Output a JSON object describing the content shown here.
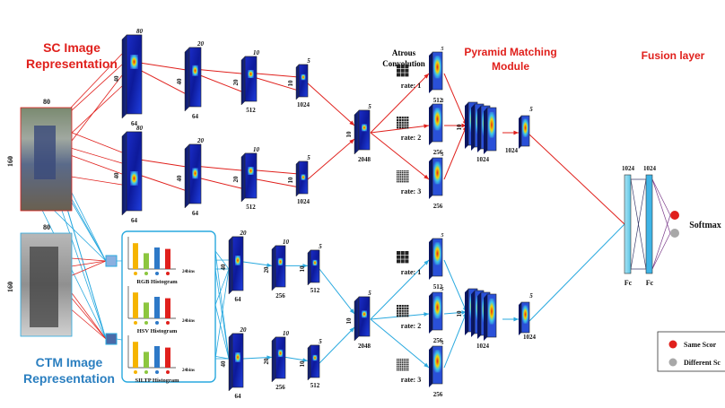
{
  "titles": {
    "sc": [
      "SC Image",
      "Representation"
    ],
    "ctm": [
      "CTM Image",
      "Representation"
    ],
    "atrous": [
      "Atrous",
      "Convolution"
    ],
    "pyramid": [
      "Pyramid Matching",
      "Module"
    ],
    "fusion": "Fusion layer"
  },
  "photo_dims": {
    "w": "80",
    "h": "160"
  },
  "rates": [
    "rate: 1",
    "rate: 2",
    "rate: 3",
    "rate: 1",
    "rate: 2",
    "rate: 3"
  ],
  "dims": {
    "sc_top": [
      {
        "d": "80",
        "h": "40",
        "b": "64"
      },
      {
        "d": "20",
        "h": "40",
        "b": "64"
      },
      {
        "d": "10",
        "h": "20",
        "b": "512"
      },
      {
        "d": "5",
        "h": "10",
        "b": "1024"
      }
    ],
    "sc_mid": [
      {
        "d": "80",
        "h": "40",
        "b": "64"
      },
      {
        "d": "20",
        "h": "40",
        "b": "64"
      },
      {
        "d": "10",
        "h": "20",
        "b": "512"
      },
      {
        "d": "5",
        "h": "10",
        "b": "1024"
      }
    ],
    "ctm_top": [
      {
        "d": "20",
        "h": "40",
        "b": "64"
      },
      {
        "d": "10",
        "h": "20",
        "b": "256"
      },
      {
        "d": "5",
        "h": "10",
        "b": "512"
      }
    ],
    "ctm_bot": [
      {
        "d": "20",
        "h": "40",
        "b": "64"
      },
      {
        "d": "10",
        "h": "20",
        "b": "256"
      },
      {
        "d": "5",
        "h": "10",
        "b": "512"
      }
    ],
    "merge_sc": {
      "d": "5",
      "h": "10",
      "b": "2048"
    },
    "merge_ctm": {
      "d": "5",
      "h": "10",
      "b": "2048"
    },
    "atrous_sc": [
      "512",
      "256",
      "256"
    ],
    "atrous_ctm": [
      "512",
      "256",
      "256"
    ],
    "pyr_sc": {
      "d": "5",
      "h": "10",
      "b": "1024"
    },
    "pyr_ctm": {
      "d": "5",
      "h": "10",
      "b": "1024"
    },
    "out_sc": {
      "d": "5",
      "h": "10",
      "b": "1024"
    },
    "out_ctm": {
      "d": "5",
      "h": "10",
      "b": "1024"
    },
    "fc": [
      "1024",
      "1024"
    ],
    "fc_label": "Fc"
  },
  "histograms": {
    "labels": [
      "RGB Histogram",
      "HSV Histogram",
      "SILTP Histogram"
    ],
    "bins": "24bins",
    "bar_values": [
      0.9,
      0.55,
      0.75,
      0.7
    ],
    "bar_colors": [
      "#f5b400",
      "#8cc63f",
      "#2e79c7",
      "#e0201c"
    ],
    "marker_colors": [
      "#f5b400",
      "#8cc63f",
      "#2e79c7",
      "#e0201c"
    ]
  },
  "softmax": "Softmax",
  "legend": {
    "items": [
      {
        "label": "Same Scor",
        "color": "#e0201c"
      },
      {
        "label": "Different Sc",
        "color": "#a8a8a8"
      }
    ]
  },
  "colors": {
    "sc_line": "#e0201c",
    "ctm_line": "#29a9df"
  }
}
